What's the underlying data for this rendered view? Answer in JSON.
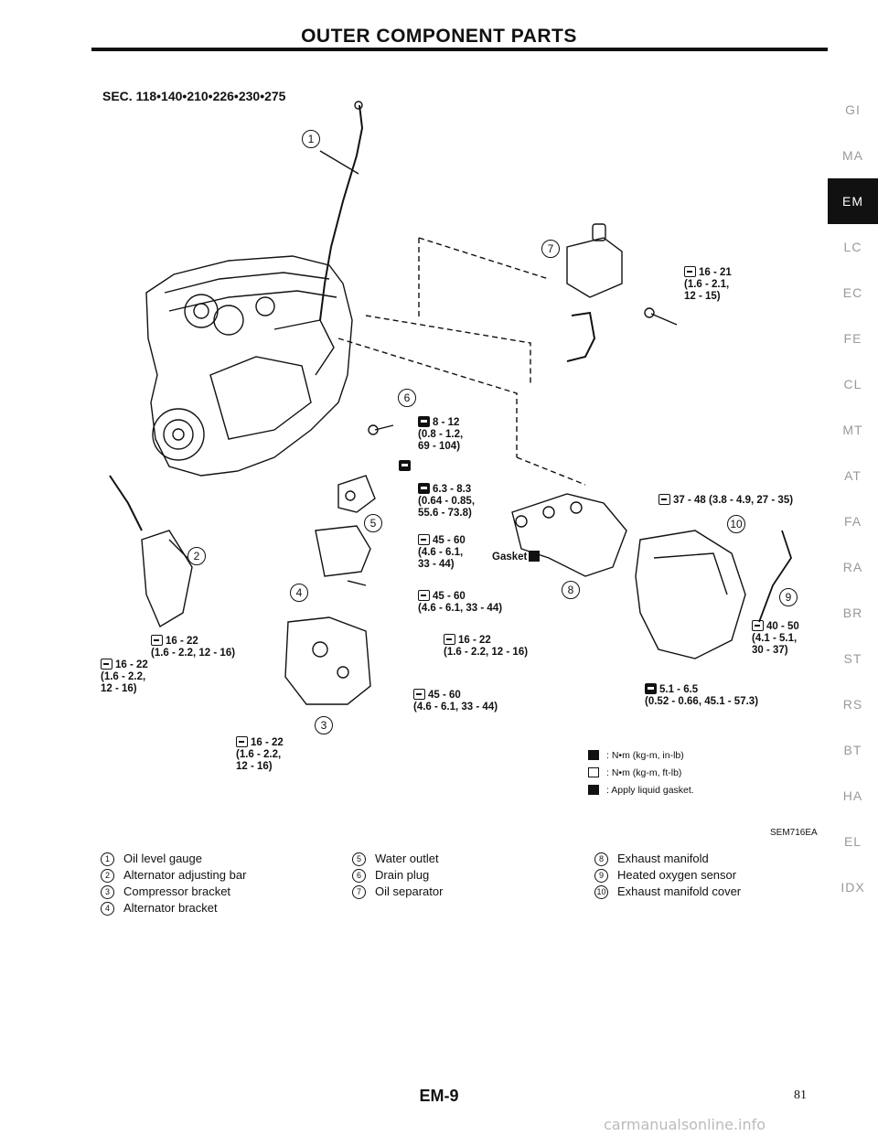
{
  "header": {
    "title": "OUTER COMPONENT PARTS"
  },
  "sec_code": "SEC. 118•140•210•226•230•275",
  "torques": {
    "t1": "16 - 21\n(1.6 - 2.1,\n12 - 15)",
    "t2": "8 - 12\n(0.8 - 1.2,\n69 - 104)",
    "t3": "6.3 - 8.3\n(0.64 - 0.85,\n55.6 - 73.8)",
    "t4": "37 - 48 (3.8 - 4.9, 27 - 35)",
    "t5": "45 - 60\n(4.6 - 6.1,\n33 - 44)",
    "t6": "45 - 60\n(4.6 - 6.1, 33 - 44)",
    "t7": "40 - 50\n(4.1 - 5.1,\n30 - 37)",
    "t8": "16 - 22\n(1.6 - 2.2, 12 - 16)",
    "t9": "16 - 22\n(1.6 - 2.2,\n12 - 16)",
    "t10": "16 - 22\n(1.6 - 2.2, 12 - 16)",
    "t11": "5.1 - 6.5\n(0.52 - 0.66, 45.1 - 57.3)",
    "t12": "45 - 60\n(4.6 - 6.1, 33 - 44)",
    "t13": "16 - 22\n(1.6 - 2.2,\n12 - 16)",
    "gasket": "Gasket"
  },
  "callouts": [
    "1",
    "2",
    "3",
    "4",
    "5",
    "6",
    "7",
    "8",
    "9",
    "10"
  ],
  "legend": [
    {
      "icon": "torque-inlb-icon",
      "text": ": N•m (kg-m, in-lb)"
    },
    {
      "icon": "torque-ftlb-icon",
      "text": ": N•m (kg-m, ft-lb)"
    },
    {
      "icon": "liquid-gasket-icon",
      "text": ": Apply liquid gasket."
    }
  ],
  "figure_id": "SEM716EA",
  "parts": {
    "col1": [
      {
        "n": "1",
        "label": "Oil level gauge"
      },
      {
        "n": "2",
        "label": "Alternator adjusting bar"
      },
      {
        "n": "3",
        "label": "Compressor bracket"
      },
      {
        "n": "4",
        "label": "Alternator bracket"
      }
    ],
    "col2": [
      {
        "n": "5",
        "label": "Water outlet"
      },
      {
        "n": "6",
        "label": "Drain plug"
      },
      {
        "n": "7",
        "label": "Oil separator"
      }
    ],
    "col3": [
      {
        "n": "8",
        "label": "Exhaust manifold"
      },
      {
        "n": "9",
        "label": "Heated oxygen sensor"
      },
      {
        "n": "10",
        "label": "Exhaust manifold cover"
      }
    ]
  },
  "side_tabs": [
    "GI",
    "MA",
    "EM",
    "LC",
    "EC",
    "FE",
    "CL",
    "MT",
    "AT",
    "FA",
    "RA",
    "BR",
    "ST",
    "RS",
    "BT",
    "HA",
    "EL",
    "IDX"
  ],
  "active_tab": "EM",
  "footer": {
    "code": "EM-9",
    "page_number": "81"
  },
  "watermark": "carmanualsonline.info"
}
